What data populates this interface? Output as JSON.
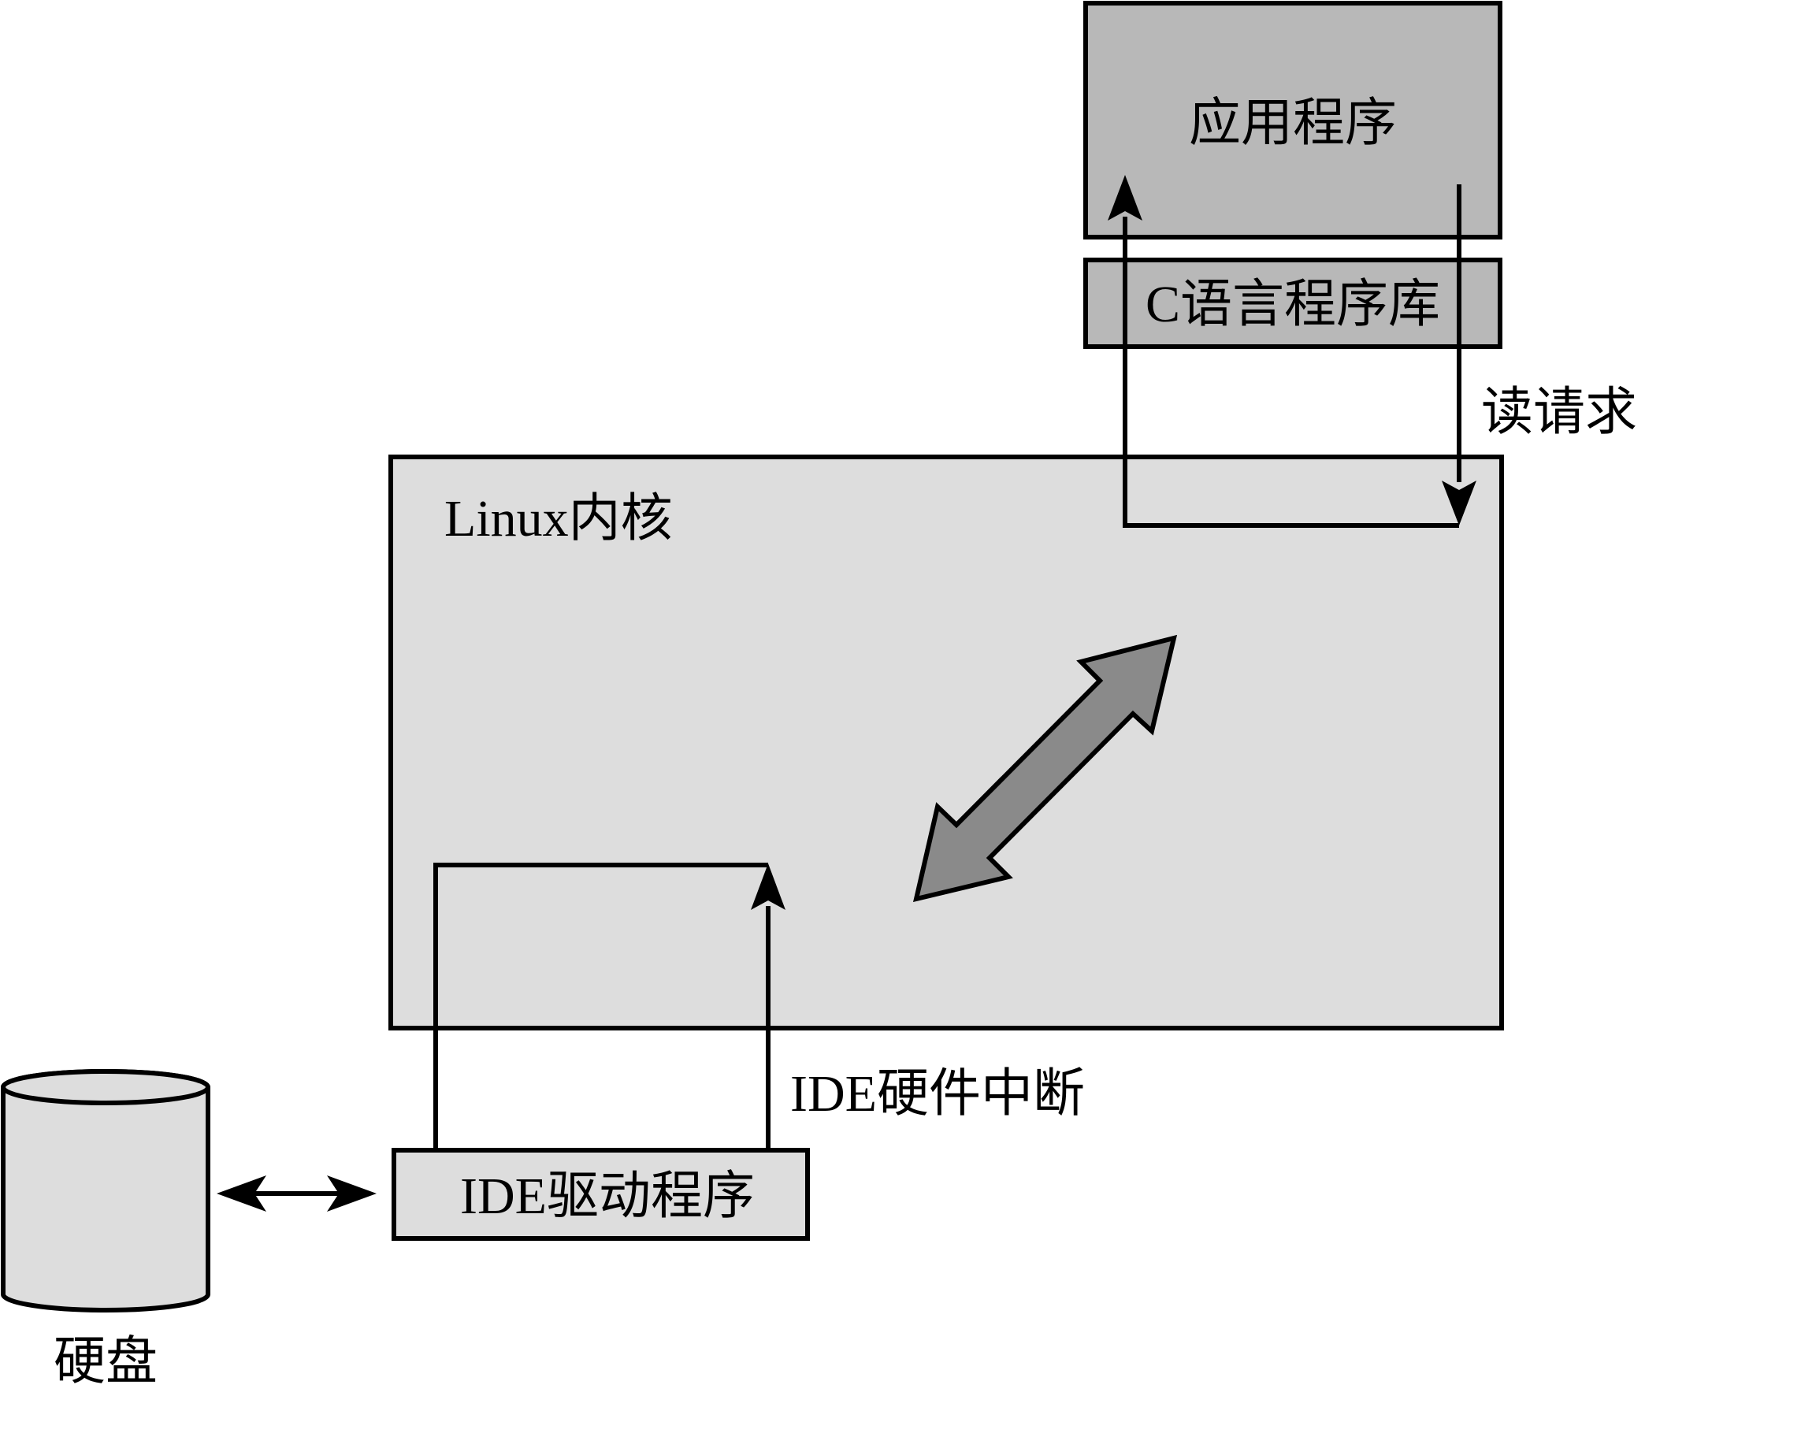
{
  "labels": {
    "app": "应用程序",
    "clib": "C语言程序库",
    "read_request": "读请求",
    "kernel": "Linux内核",
    "ide_interrupt": "IDE硬件中断",
    "ide_driver": "IDE驱动程序",
    "disk": "硬盘"
  },
  "colors": {
    "app_fill": "#b8b8b8",
    "clib_fill": "#b8b8b8",
    "kernel_fill": "#dddddd",
    "driver_fill": "#dddddd",
    "disk_fill": "#dddddd",
    "big_arrow_fill": "#8a8a8a",
    "stroke": "#000000"
  },
  "icons": {
    "disk": "cylinder-disk-icon",
    "big_arrow": "double-headed-arrow",
    "disk_link": "double-headed-arrow"
  }
}
